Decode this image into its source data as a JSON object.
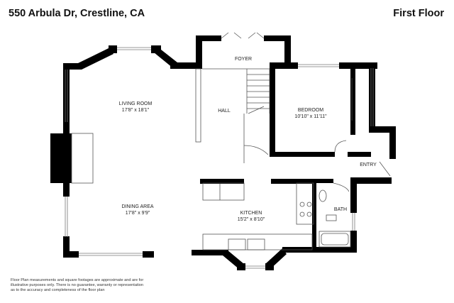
{
  "header": {
    "address": "550 Arbula Dr, Crestline, CA",
    "floor": "First Floor"
  },
  "rooms": {
    "foyer": {
      "name": "FOYER"
    },
    "living_room": {
      "name": "LIVING ROOM",
      "dims": "17'8\" x 18'1\""
    },
    "hall": {
      "name": "HALL"
    },
    "bedroom": {
      "name": "BEDROOM",
      "dims": "10'10\" x 11'11\""
    },
    "entry": {
      "name": "ENTRY"
    },
    "dining_area": {
      "name": "DINING AREA",
      "dims": "17'8\" x 9'9\""
    },
    "kitchen": {
      "name": "KITCHEN",
      "dims": "15'2\" x 8'10\""
    },
    "bath": {
      "name": "BATH"
    }
  },
  "disclaimer": {
    "line1": "Floor Plan measurements and square footages are approximate and are for",
    "line2": "illustrative purposes only. There is no guarantee, warranty or representation",
    "line3": "as to the accuracy and completeness of the floor plan"
  },
  "colors": {
    "wall": "#000000",
    "thin_line": "#555555",
    "window": "#777777",
    "background": "#ffffff"
  }
}
